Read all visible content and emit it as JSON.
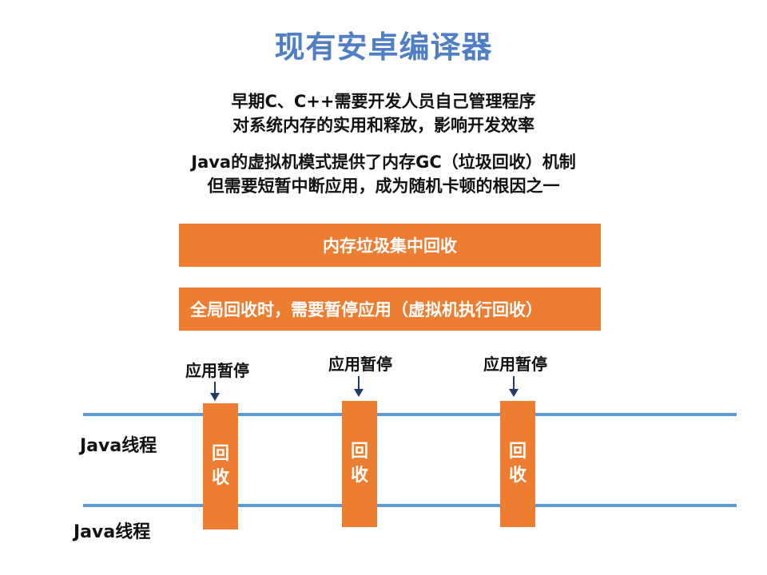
{
  "title": "现有安卓编译器",
  "para1": {
    "line1": "早期C、C++需要开发人员自己管理程序",
    "line2": "对系统内存的实用和释放，影响开发效率"
  },
  "para2": {
    "line1": "Java的虚拟机模式提供了内存GC（垃圾回收）机制",
    "line2": "但需要短暂中断应用，成为随机卡顿的根因之一"
  },
  "bars": {
    "gc_concentrated": "内存垃圾集中回收",
    "global_gc": "全局回收时，需要暂停应用（虚拟机执行回收）"
  },
  "pause_labels": [
    "应用暂停",
    "应用暂停",
    "应用暂停"
  ],
  "threads": [
    "Java线程",
    "Java线程"
  ],
  "gc_boxes": [
    {
      "char1": "回",
      "char2": "收"
    },
    {
      "char1": "回",
      "char2": "收"
    },
    {
      "char1": "回",
      "char2": "收"
    }
  ],
  "colors": {
    "title": "#4f7ec4",
    "orange": "#ed7d31",
    "thread_line": "#5b9bd5",
    "arrow": "#1f3a68"
  }
}
